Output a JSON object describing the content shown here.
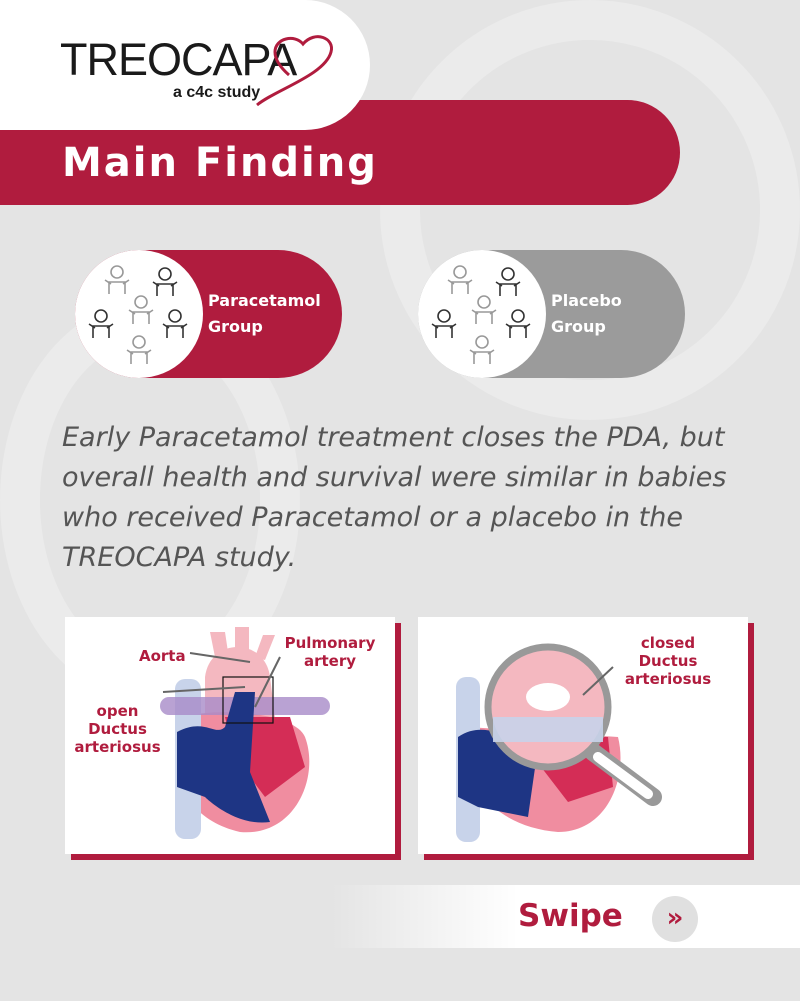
{
  "logo": {
    "name": "TREOCAPA",
    "tagline": "a c4c study"
  },
  "header": {
    "title": "Main Finding"
  },
  "groups": [
    {
      "label_line1": "Paracetamol",
      "label_line2": "Group",
      "color": "#b01c3e"
    },
    {
      "label_line1": "Placebo",
      "label_line2": "Group",
      "color": "#9b9b9b"
    }
  ],
  "statement": "Early Paracetamol treatment closes the PDA, but overall health and survival were similar in babies who received Paracetamol or a placebo in the TREOCAPA study.",
  "panels": {
    "open": {
      "aorta": "Aorta",
      "pulmonary_1": "Pulmonary",
      "pulmonary_2": "artery",
      "ductus_1": "open",
      "ductus_2": "Ductus",
      "ductus_3": "arteriosus"
    },
    "closed": {
      "ductus_1": "closed",
      "ductus_2": "Ductus",
      "ductus_3": "arteriosus"
    }
  },
  "footer": {
    "swipe_label": "Swipe",
    "next_icon": "double-chevron-right"
  },
  "colors": {
    "accent": "#b01c3e",
    "gray": "#9b9b9b",
    "background": "#e4e4e4"
  }
}
